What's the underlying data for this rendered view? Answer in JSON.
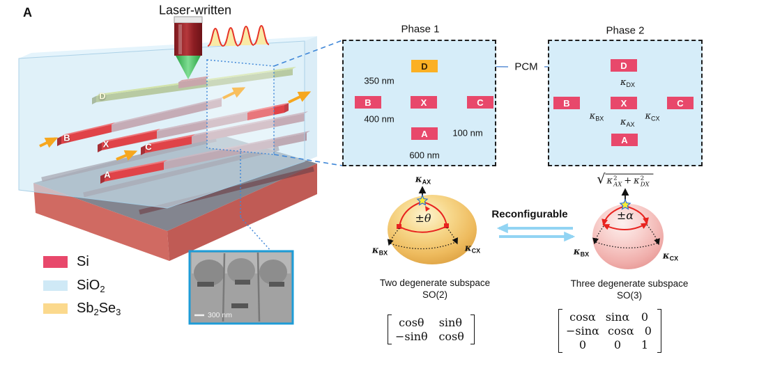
{
  "panel_label": "A",
  "scene": {
    "laser_label": "Laser-written",
    "labels": {
      "D": "D",
      "B": "B",
      "X": "X",
      "C": "C",
      "A": "A"
    }
  },
  "legend": {
    "items": [
      {
        "p1": "Si",
        "s1": "",
        "p2": "",
        "s2": "",
        "color": "#e8486b"
      },
      {
        "p1": "SiO",
        "s1": "2",
        "p2": "",
        "s2": "",
        "color": "#cfe9f6"
      },
      {
        "p1": "Sb",
        "s1": "2",
        "p2": "Se",
        "s2": "3",
        "color": "#fbd98d"
      }
    ]
  },
  "sem": {
    "scale_label": "300 nm"
  },
  "pcm_label": "PCM",
  "phase1": {
    "title": "Phase 1",
    "wg": {
      "D": "D",
      "B": "B",
      "X": "X",
      "C": "C",
      "A": "A"
    },
    "dims": {
      "dx_gap": "350 nm",
      "xa_gap": "400 nm",
      "wg_height": "100 nm",
      "wg_width": "600 nm"
    }
  },
  "phase2": {
    "title": "Phase 2",
    "wg": {
      "D": "D",
      "B": "B",
      "X": "X",
      "C": "C",
      "A": "A"
    },
    "couplings": {
      "dx": {
        "k": "κ",
        "sub": "DX"
      },
      "bx": {
        "k": "κ",
        "sub": "BX"
      },
      "cx": {
        "k": "κ",
        "sub": "CX"
      },
      "ax": {
        "k": "κ",
        "sub": "AX"
      }
    }
  },
  "bloch": {
    "reconfigurable_label": "Reconfigurable",
    "left": {
      "axis_top": {
        "k": "κ",
        "sub": "AX"
      },
      "axis_left": {
        "k": "κ",
        "sub": "BX"
      },
      "axis_right": {
        "k": "κ",
        "sub": "CX"
      },
      "angle": "±θ",
      "caption_line1": "Two degenerate subspace",
      "caption_line2": "SO(2)"
    },
    "right": {
      "formula": {
        "radical": "√",
        "k1": "κ",
        "k1sup": "2",
        "k1sub": "AX",
        "plus": "+",
        "k2": "κ",
        "k2sup": "2",
        "k2sub": "DX"
      },
      "axis_left": {
        "k": "κ",
        "sub": "BX"
      },
      "axis_right": {
        "k": "κ",
        "sub": "CX"
      },
      "angle": "±α",
      "caption_line1": "Three degenerate subspace",
      "caption_line2": "SO(3)"
    }
  },
  "matrices": {
    "so2": {
      "rows": [
        [
          "cosθ",
          "sinθ"
        ],
        [
          "−sinθ",
          "cosθ"
        ]
      ]
    },
    "so3": {
      "rows": [
        [
          "cosα",
          "sinα",
          "0"
        ],
        [
          "−sinα",
          "cosα",
          "0"
        ],
        [
          "0",
          "0",
          "1"
        ]
      ]
    }
  },
  "colors": {
    "si_red": "#e8486b",
    "sio2_blue": "#cfe9f6",
    "sbse3_yellow": "#fbd98d",
    "pcm_box_orange": "#fbb024",
    "pcm_arrow_blue": "#5b8fd5",
    "reconfig_arrow_blue": "#92d4f3",
    "sphere_gold": "#eebb5e",
    "sphere_pink": "#f0aeab",
    "scene_arrow_orange": "#f6a71f"
  }
}
